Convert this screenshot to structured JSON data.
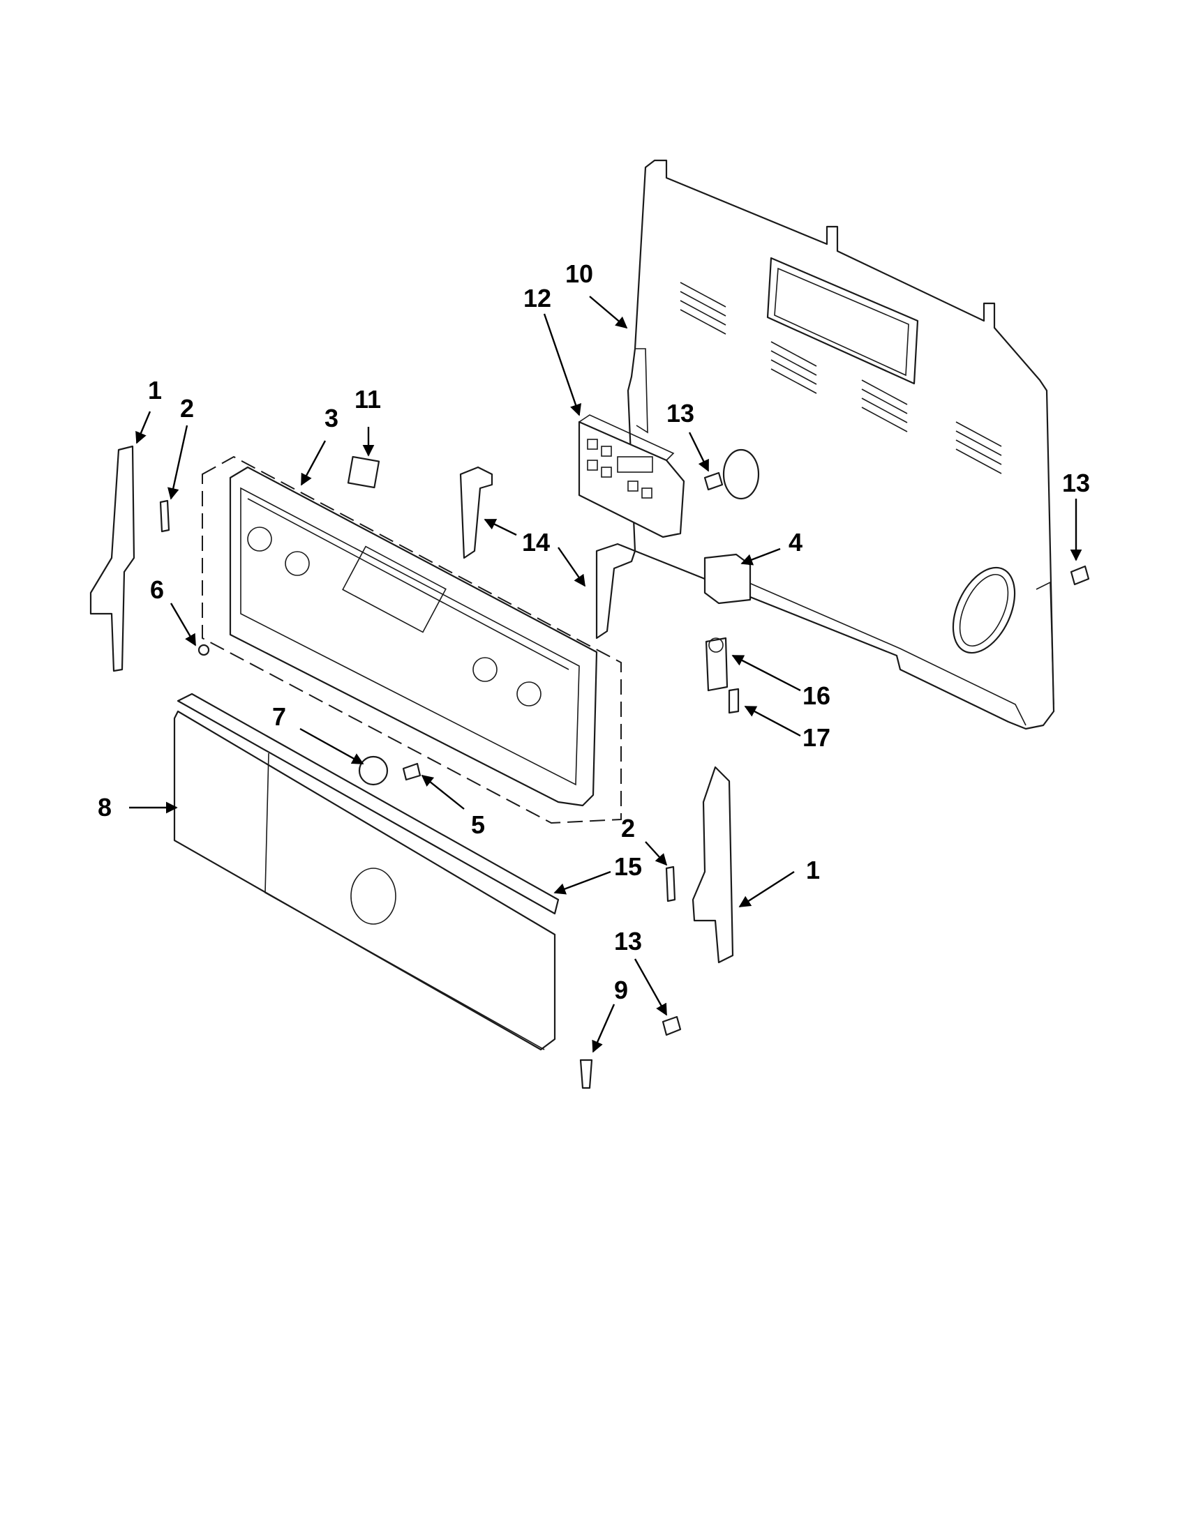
{
  "diagram": {
    "callouts": [
      {
        "id": "c1a",
        "label": "1"
      },
      {
        "id": "c2a",
        "label": "2"
      },
      {
        "id": "c3",
        "label": "3"
      },
      {
        "id": "c11",
        "label": "11"
      },
      {
        "id": "c12",
        "label": "12"
      },
      {
        "id": "c10",
        "label": "10"
      },
      {
        "id": "c13a",
        "label": "13"
      },
      {
        "id": "c13b",
        "label": "13"
      },
      {
        "id": "c14",
        "label": "14"
      },
      {
        "id": "c4",
        "label": "4"
      },
      {
        "id": "c6",
        "label": "6"
      },
      {
        "id": "c16",
        "label": "16"
      },
      {
        "id": "c17",
        "label": "17"
      },
      {
        "id": "c7",
        "label": "7"
      },
      {
        "id": "c5",
        "label": "5"
      },
      {
        "id": "c8",
        "label": "8"
      },
      {
        "id": "c2b",
        "label": "2"
      },
      {
        "id": "c15",
        "label": "15"
      },
      {
        "id": "c1b",
        "label": "1"
      },
      {
        "id": "c13c",
        "label": "13"
      },
      {
        "id": "c9",
        "label": "9"
      }
    ]
  }
}
